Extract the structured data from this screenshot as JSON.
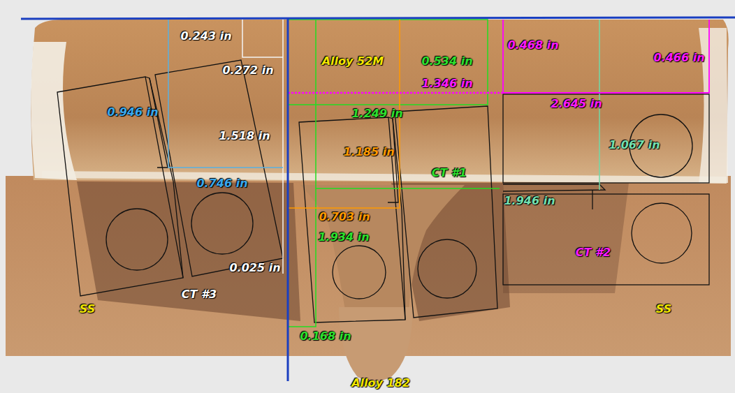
{
  "diagram": {
    "labels": [
      "0.243 in",
      "0.272 in",
      "0.946 in",
      "1.518 in",
      "0.746 in",
      "0.025 in",
      "CT #3",
      "SS",
      "Alloy 52M",
      "0.534 in",
      "1.346 in",
      "1.249 in",
      "1.185 in",
      "CT #1",
      "0.703 in",
      "1.934 in",
      "0.168 in",
      "Alloy 182",
      "0.468 in",
      "0.466 in",
      "2.645 in",
      "1.067 in",
      "1.946 in",
      "CT #2",
      "SS"
    ]
  }
}
